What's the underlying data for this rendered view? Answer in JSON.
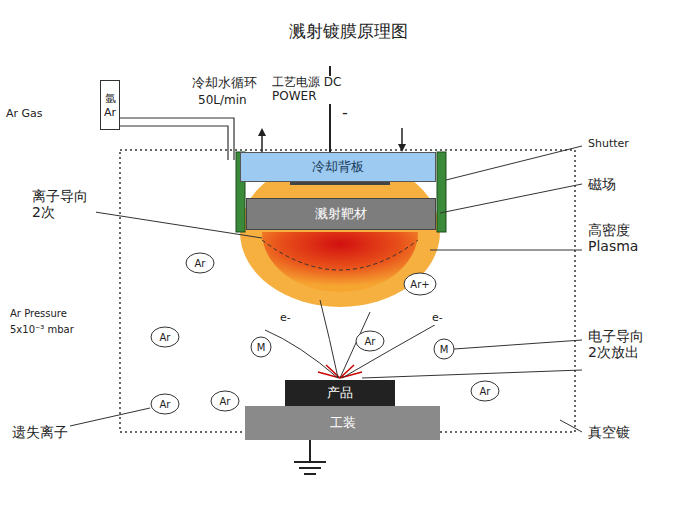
{
  "diagram": {
    "title": "溅射镀膜原理图",
    "nodes": [
      {
        "text": [
          "氩",
          "Ar"
        ]
      },
      {
        "text": [
          "冷却背板"
        ]
      },
      {
        "text": [
          "溅射靶材"
        ]
      },
      {
        "text": [
          "Ar+"
        ]
      },
      {
        "text": [
          "Ar"
        ]
      },
      {
        "text": [
          "Ar"
        ]
      },
      {
        "text": [
          "Ar"
        ]
      },
      {
        "text": [
          "Ar"
        ]
      },
      {
        "text": [
          "Ar"
        ]
      },
      {
        "text": [
          "Ar"
        ]
      },
      {
        "text": [
          "M"
        ]
      },
      {
        "text": [
          "M"
        ]
      },
      {
        "text": [
          "产品"
        ]
      },
      {
        "text": [
          "工装"
        ]
      }
    ],
    "labels": [
      "冷却水循环",
      "50L/min",
      "工艺电源 DC POWER",
      "-",
      "Ar Gas",
      "Shutter",
      "磁场",
      "离子导向 2次",
      "高密度 Plasma",
      "Ar Pressure",
      "5x10⁻³ mbar",
      "e-",
      "e-",
      "电子导向 2次放出",
      "遗失离子",
      "真空镀"
    ]
  }
}
